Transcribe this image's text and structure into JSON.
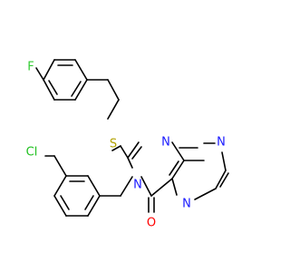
{
  "molecule": {
    "colors": {
      "bond": "#000000",
      "C": "#000000",
      "N": "#1a1aff",
      "O": "#ff0000",
      "S": "#b2a200",
      "F": "#33cc33",
      "Cl": "#1fc01f"
    },
    "atoms": {
      "F": "F",
      "S": "S",
      "Cl": "Cl",
      "N1": "N",
      "N3": "N",
      "N5": "N",
      "N8": "N",
      "O": "O"
    }
  }
}
